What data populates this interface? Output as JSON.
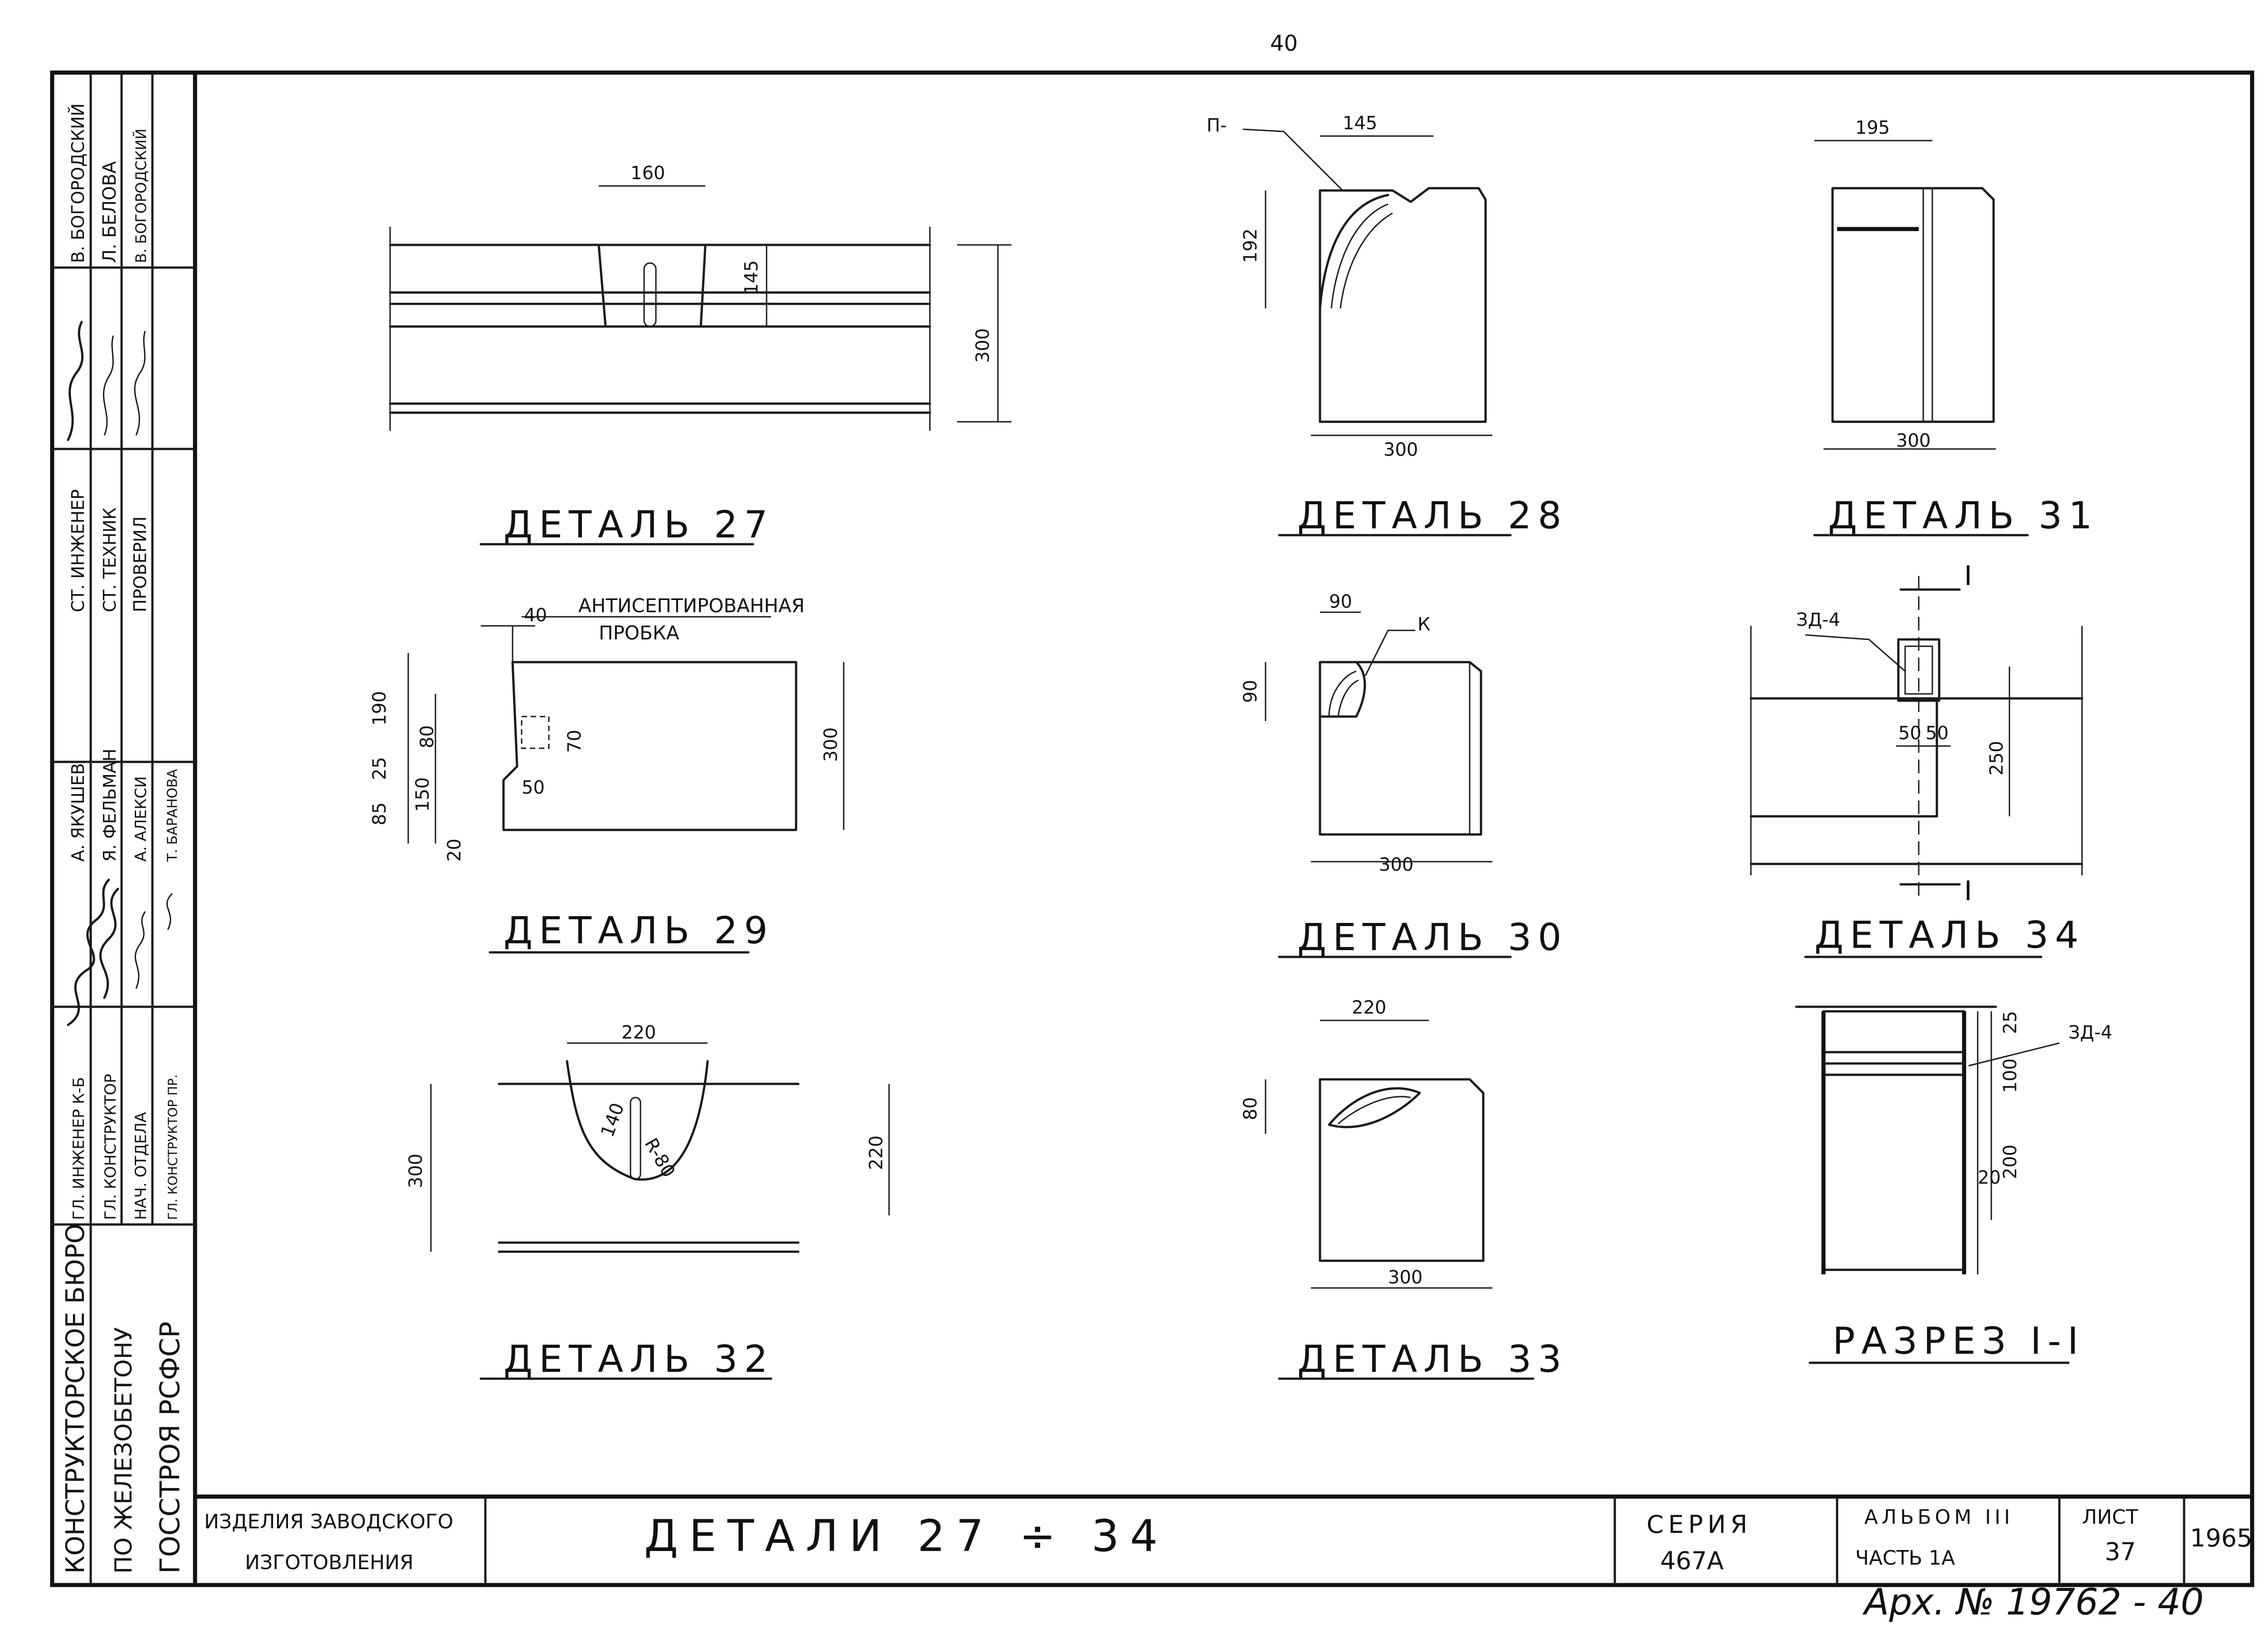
{
  "page_number": "40",
  "archive_number": "Арх. № 19762 - 40",
  "title_block": {
    "product_type_line1": "ИЗДЕЛИЯ ЗАВОДСКОГО",
    "product_type_line2": "ИЗГОТОВЛЕНИЯ",
    "sheet_title": "ДЕТАЛИ   27 ÷ 34",
    "series_label": "СЕРИЯ",
    "series_value": "467А",
    "album_label": "АЛЬБОМ III",
    "part_label": "ЧАСТЬ 1А",
    "sheet_label": "ЛИСТ",
    "sheet_value": "37",
    "year": "1965"
  },
  "side_block": {
    "organization_line1": "КОНСТРУКТОРСКОЕ БЮРО",
    "organization_line2": "ПО ЖЕЛЕЗОБЕТОНУ",
    "organization_line3": "ГОССТРОЯ РСФСР",
    "roles": [
      "ГЛ. ИНЖЕНЕР К-Б",
      "ГЛ. КОНСТРУКТОР",
      "НАЧ. ОТДЕЛА",
      "ГЛ. КОНСТРУКТОР ПР.",
      "СТ. ИНЖЕНЕР",
      "СТ. ТЕХНИК",
      "ПРОВЕРИЛ"
    ],
    "names": [
      "А. ЯКУШЕВ",
      "Я. ФЕЛЬМАН",
      "А. АЛЕКСИ",
      "Т. БАРАНОВА",
      "В. БОГОРОДСКИЙ",
      "Л. БЕЛОВА",
      "В. БОГОРОДСКИЙ"
    ]
  },
  "details": {
    "d27": {
      "caption": "ДЕТАЛЬ 27",
      "dims": [
        "160",
        "145",
        "300"
      ]
    },
    "d28": {
      "caption": "ДЕТАЛЬ 28",
      "dims": [
        "145",
        "192",
        "300"
      ],
      "mark": "П-"
    },
    "d31": {
      "caption": "ДЕТАЛЬ 31",
      "dims": [
        "195",
        "300"
      ]
    },
    "d29": {
      "caption": "ДЕТАЛЬ 29",
      "dims": [
        "40",
        "190",
        "25",
        "85",
        "150",
        "20",
        "80",
        "70",
        "50",
        "300"
      ],
      "note_line1": "АНТИСЕПТИРОВАННАЯ",
      "note_line2": "ПРОБКА"
    },
    "d30": {
      "caption": "ДЕТАЛЬ 30",
      "dims": [
        "90",
        "90",
        "300"
      ],
      "mark": "К"
    },
    "d34": {
      "caption": "ДЕТАЛЬ 34",
      "dims": [
        "50",
        "50",
        "250"
      ],
      "mark": "ЗД-4",
      "section_top": "I",
      "section_bottom": "I"
    },
    "d32": {
      "caption": "ДЕТАЛЬ 32",
      "dims": [
        "220",
        "140",
        "R-80",
        "300",
        "220"
      ]
    },
    "d33": {
      "caption": "ДЕТАЛЬ 33",
      "dims": [
        "220",
        "80",
        "300"
      ]
    },
    "section": {
      "caption": "РАЗРЕЗ I-I",
      "dims": [
        "25",
        "100",
        "200",
        "20"
      ],
      "mark": "ЗД-4"
    }
  }
}
